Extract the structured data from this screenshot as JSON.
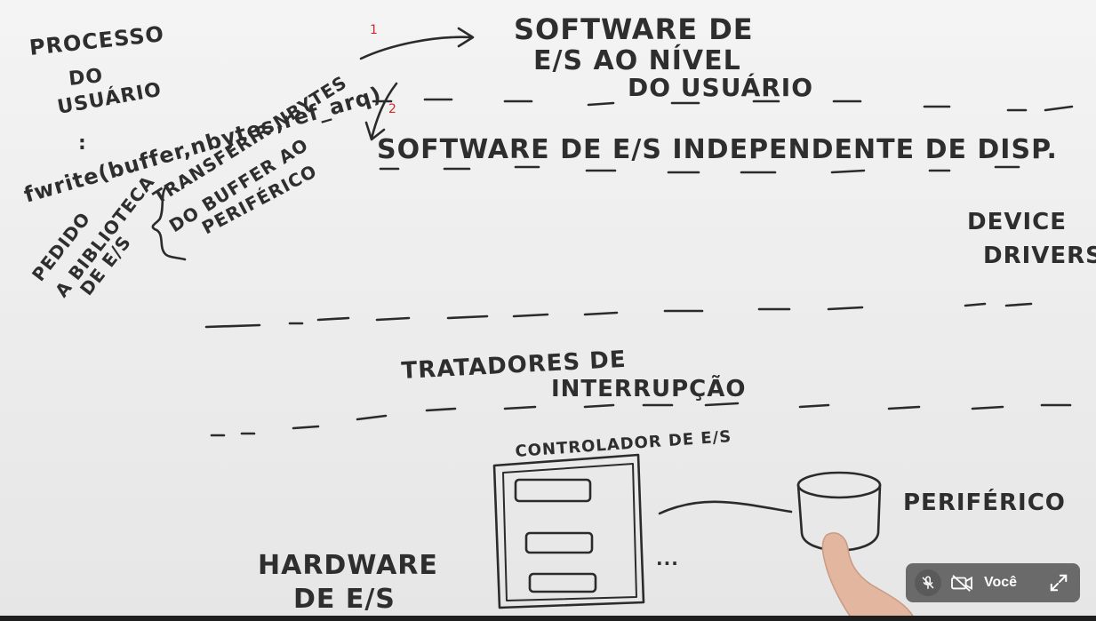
{
  "whiteboard": {
    "process_label": [
      "PROCESSO",
      "DO",
      "USUÁRIO"
    ],
    "call": "fwrite(buffer,nbytes,ref_arq)",
    "continuation": ":",
    "request_label": [
      "PEDIDO",
      "A BIBLIOTECA",
      "DE E/S"
    ],
    "transfer_note": [
      "TRANSFERIR NBYTES",
      "DO BUFFER AO",
      "PERIFÉRICO"
    ],
    "step_1": "1",
    "step_2": "2",
    "user_level_software": [
      "SOFTWARE DE",
      "E/S AO NÍVEL",
      "DO USUÁRIO"
    ],
    "independent_software": "SOFTWARE DE E/S INDEPENDENTE DE DISP.",
    "device_drivers": [
      "DEVICE",
      "DRIVERS"
    ],
    "interrupt_handlers": [
      "TRATADORES DE",
      "INTERRUPÇÃO"
    ],
    "controller_label": "CONTROLADOR DE E/S",
    "ellipsis": "...",
    "hardware_label": [
      "HARDWARE",
      "DE E/S"
    ],
    "peripheral_label": "PERIFÉRICO"
  },
  "meet_controls": {
    "mic_icon": "mic-off-icon",
    "camera_icon": "camera-off-icon",
    "you_label": "Você",
    "expand_icon": "expand-icon"
  },
  "colors": {
    "ink": "#2b2b2b",
    "step_number": "#d42a2a",
    "panel": "#606060",
    "board": "#ececec"
  }
}
